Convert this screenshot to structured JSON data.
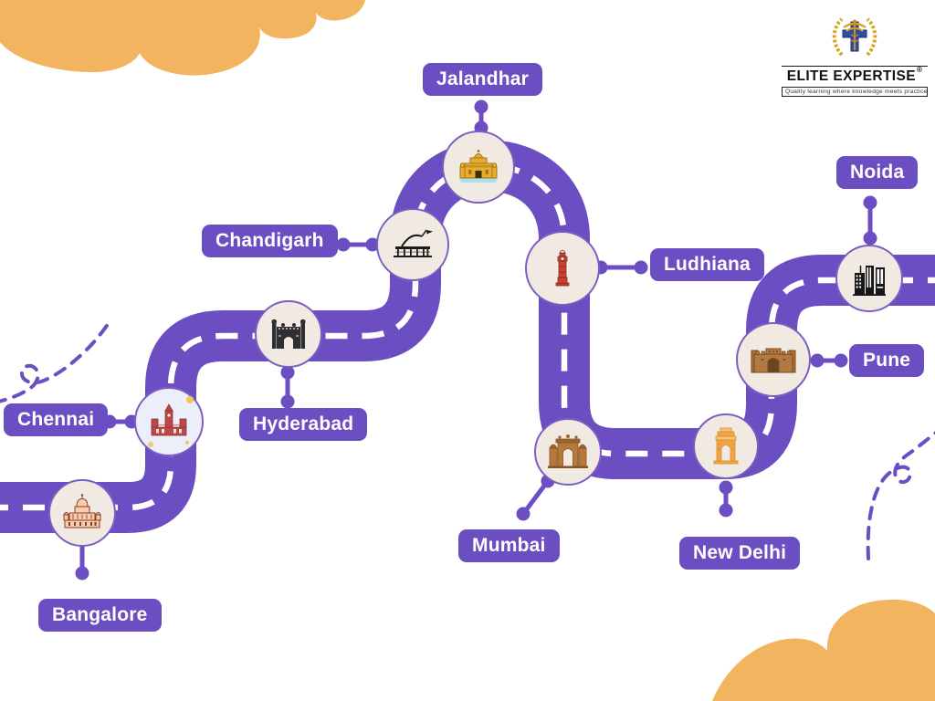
{
  "page_title": "India cities roadmap infographic",
  "brand": {
    "name": "ELITE EXPERTISE",
    "registered_mark": "®",
    "tagline": "Quality learning where knowledge meets practice",
    "emblem_icon": "laurel-cross-caduceus-icon",
    "emblem_colors": {
      "gold": "#D9A42B",
      "blue": "#2D4E9E",
      "ink": "#141414"
    }
  },
  "theme": {
    "road_purple": "#6B4EC1",
    "label_purple": "#6B4EC1",
    "label_text": "#FFFFFF",
    "circle_fill": "#F1EAE2",
    "chennai_circle_fill": "#ECEFFA",
    "circle_border": "#7A5FC0",
    "cloud_orange": "#F2B45F",
    "dash_white": "#FFFFFF"
  },
  "decorations": {
    "top_left": "cloud-icon",
    "bottom_right": "cloud-icon",
    "left_squiggle": "dashed-curl-path-icon",
    "right_squiggle": "dashed-curl-path-icon"
  },
  "cities": [
    {
      "name": "Jalandhar",
      "landmark_icon": "golden-temple-icon"
    },
    {
      "name": "Chandigarh",
      "landmark_icon": "assembly-building-icon"
    },
    {
      "name": "Ludhiana",
      "landmark_icon": "clock-tower-icon"
    },
    {
      "name": "Noida",
      "landmark_icon": "city-skyline-icon"
    },
    {
      "name": "Pune",
      "landmark_icon": "shaniwar-wada-fort-icon"
    },
    {
      "name": "Chennai",
      "landmark_icon": "central-station-icon"
    },
    {
      "name": "Hyderabad",
      "landmark_icon": "charminar-icon"
    },
    {
      "name": "Mumbai",
      "landmark_icon": "gateway-of-india-icon"
    },
    {
      "name": "New Delhi",
      "landmark_icon": "india-gate-icon"
    },
    {
      "name": "Bangalore",
      "landmark_icon": "vidhana-soudha-icon"
    }
  ]
}
